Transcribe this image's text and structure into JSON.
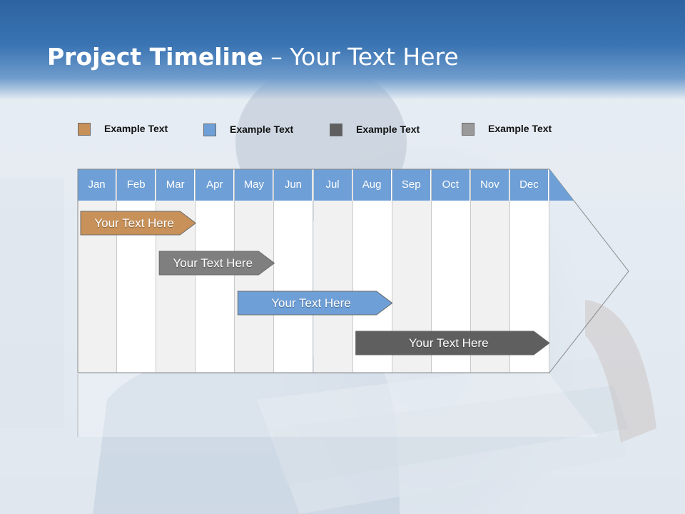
{
  "title": {
    "bold": "Project Timeline",
    "regular": " – Your Text Here"
  },
  "legend": [
    {
      "label": "Example Text",
      "color": "#c8915a"
    },
    {
      "label": "Example Text",
      "color": "#6e9fd6"
    },
    {
      "label": "Example Text",
      "color": "#5f5f5f"
    },
    {
      "label": "Example Text",
      "color": "#9a9a9a"
    }
  ],
  "months": [
    "Jan",
    "Feb",
    "Mar",
    "Apr",
    "May",
    "Jun",
    "Jul",
    "Aug",
    "Sep",
    "Oct",
    "Nov",
    "Dec"
  ],
  "tasks": [
    {
      "label": "Your  Text Here",
      "start_month": 1.0,
      "end_month": 3.0,
      "color": "#c8915a"
    },
    {
      "label": "Your  Text Here",
      "start_month": 3.0,
      "end_month": 5.0,
      "color": "#7f7f7f"
    },
    {
      "label": "Your  Text Here",
      "start_month": 5.0,
      "end_month": 8.0,
      "color": "#6e9fd6"
    },
    {
      "label": "Your  Text Here",
      "start_month": 8.0,
      "end_month": 12.0,
      "color": "#5f5f5f"
    }
  ],
  "colors": {
    "header": "#3a74b3",
    "month_header": "#6e9fd6"
  }
}
